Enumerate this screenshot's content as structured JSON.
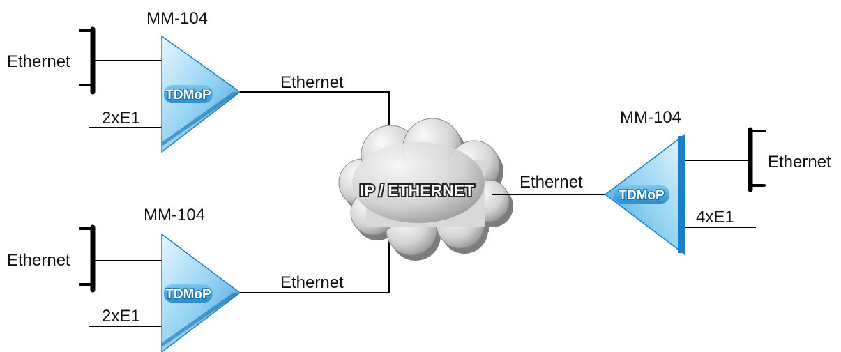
{
  "devices": [
    {
      "model": "MM-104",
      "badge": "TDMoP",
      "lan_label": "Ethernet",
      "tdm_label": "2xE1",
      "uplink_label": "Ethernet"
    },
    {
      "model": "MM-104",
      "badge": "TDMoP",
      "lan_label": "Ethernet",
      "tdm_label": "2xE1",
      "uplink_label": "Ethernet"
    },
    {
      "model": "MM-104",
      "badge": "TDMoP",
      "lan_label": "Ethernet",
      "tdm_label": "4xE1",
      "uplink_label": "Ethernet"
    }
  ],
  "cloud": {
    "label": "IP / ETHERNET"
  },
  "colors": {
    "device_light": "#d6eefa",
    "device_dark": "#2f97d6",
    "cloud_light": "#f2f2f2",
    "cloud_dark": "#9a9a9a",
    "line": "#000000"
  }
}
